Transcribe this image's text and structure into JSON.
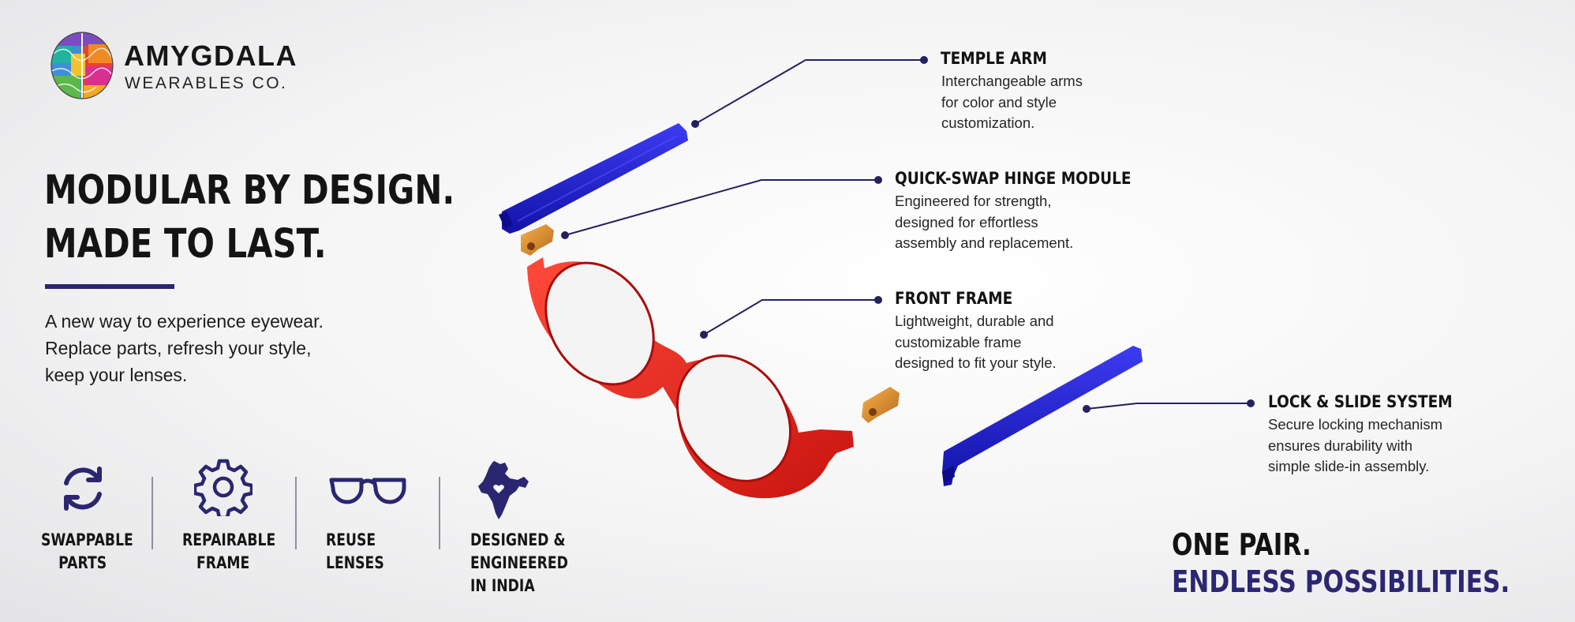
{
  "brand": {
    "name": "AMYGDALA",
    "subtitle": "WEARABLES CO.",
    "logo_icon": "colorful-brain-icon"
  },
  "headline": {
    "line1": "MODULAR BY DESIGN.",
    "line2": "MADE TO LAST."
  },
  "intro": {
    "line1": "A new way to experience eyewear.",
    "line2": "Replace parts, refresh your style,",
    "line3": "keep your lenses."
  },
  "features": [
    {
      "icon": "swap-arrows-icon",
      "line1": "SWAPPABLE",
      "line2": "PARTS"
    },
    {
      "icon": "gear-icon",
      "line1": "REPAIRABLE",
      "line2": "FRAME"
    },
    {
      "icon": "glasses-icon",
      "line1": "REUSE",
      "line2": "LENSES"
    },
    {
      "icon": "india-map-icon",
      "line1": "DESIGNED &",
      "line2": "ENGINEERED",
      "line3": "IN INDIA"
    }
  ],
  "callouts": {
    "temple_arm": {
      "title": "TEMPLE ARM",
      "body": [
        "Interchangeable arms",
        "for color and style",
        "customization."
      ]
    },
    "hinge": {
      "title": "QUICK-SWAP HINGE MODULE",
      "body": [
        "Engineered for strength,",
        "designed for effortless",
        "assembly and replacement."
      ]
    },
    "front_frame": {
      "title": "FRONT FRAME",
      "body": [
        "Lightweight, durable and",
        "customizable frame",
        "designed to fit your style."
      ]
    },
    "lock_slide": {
      "title": "LOCK & SLIDE  SYSTEM",
      "body": [
        "Secure locking mechanism",
        "ensures durability with",
        "simple slide-in assembly."
      ]
    }
  },
  "tagline": {
    "line1": "ONE PAIR.",
    "line2": "ENDLESS POSSIBILITIES."
  },
  "colors": {
    "accent_navy": "#2a2670",
    "temple_arm_blue": "#1f1fd8",
    "frame_red": "#e3241b",
    "hinge_orange": "#d98a2b"
  }
}
